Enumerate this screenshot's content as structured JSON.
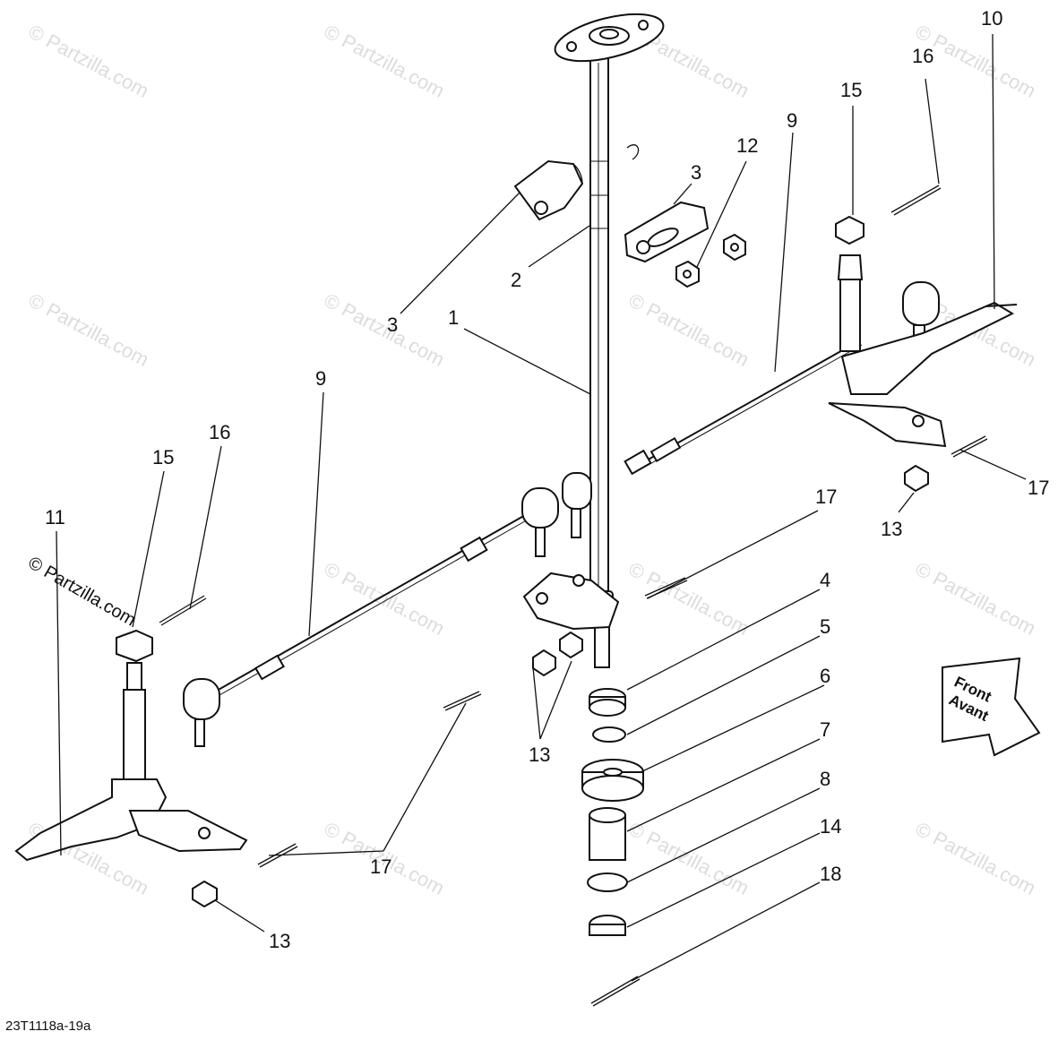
{
  "diagram": {
    "watermark_text": "© Partzilla.com",
    "watermark_overlay_text": "© Partzilla.com",
    "figure_code": "23T1118a-19a",
    "direction_arrow": {
      "line1": "Front",
      "line2": "Avant"
    },
    "callouts": [
      "10",
      "16",
      "15",
      "12",
      "9",
      "3",
      "2",
      "3",
      "1",
      "9",
      "16",
      "15",
      "11",
      "17",
      "17",
      "13",
      "4",
      "5",
      "6",
      "13",
      "7",
      "8",
      "14",
      "17",
      "18",
      "13"
    ]
  }
}
